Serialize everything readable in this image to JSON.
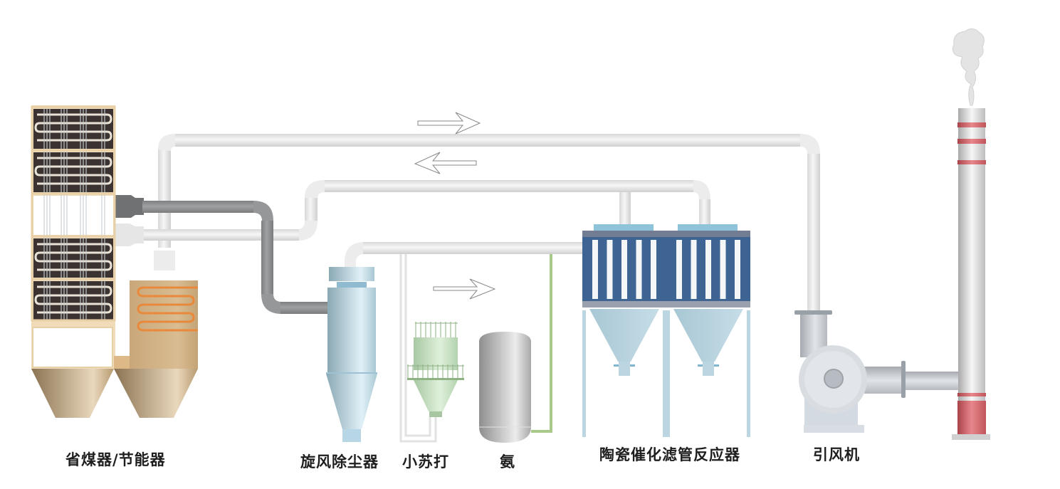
{
  "diagram": {
    "type": "process-flow",
    "title": "",
    "labels": {
      "economizer": "省煤器/节能器",
      "cyclone": "旋风除尘器",
      "soda": "小苏打",
      "ammonia": "氨",
      "reactor": "陶瓷催化滤管反应器",
      "fan": "引风机"
    },
    "flow_arrows": [
      {
        "id": "top-right",
        "direction": "right"
      },
      {
        "id": "mid-left",
        "direction": "left"
      },
      {
        "id": "inject-right",
        "direction": "right"
      }
    ],
    "colors": {
      "casing": "#d9b88a",
      "coil_bg": "#3a3331",
      "pipe_gray": "#8f9192",
      "pipe_light": "#e2e2e2",
      "cyclone": "#b6d4e0",
      "soda_tank": "#c9e3c5",
      "ammonia_tank": "#b9b9b9",
      "reactor_body": "#3e6494",
      "reactor_hopper": "#bcd6e1",
      "fan": "#c8ccd2",
      "stack_band": "#c9545a",
      "ammonia_line": "#a8c98a"
    }
  }
}
